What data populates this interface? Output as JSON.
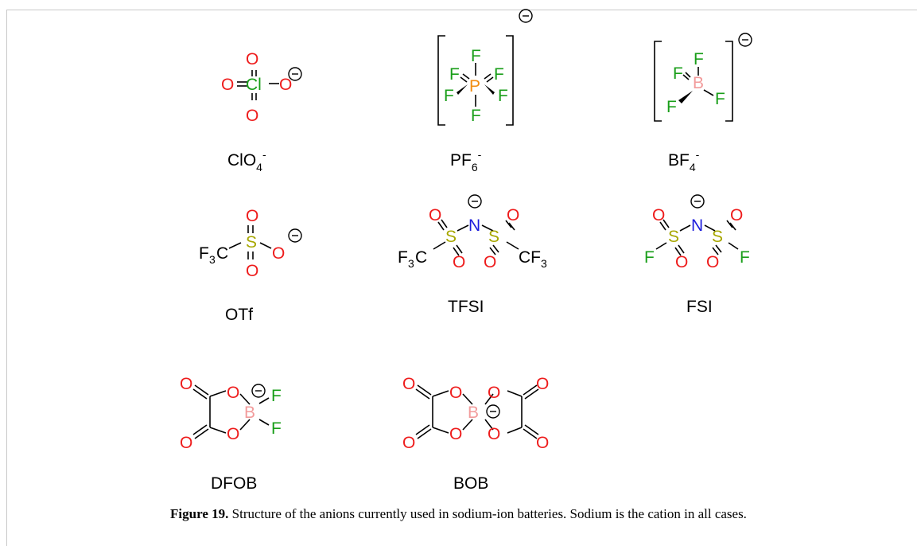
{
  "labels": {
    "clo4": "ClO",
    "clo4_sub": "4",
    "clo4_sup": "-",
    "pf6": "PF",
    "pf6_sub": "6",
    "pf6_sup": "-",
    "bf4": "BF",
    "bf4_sub": "4",
    "bf4_sup": "-",
    "otf": "OTf",
    "tfsi": "TFSI",
    "fsi": "FSI",
    "dfob": "DFOB",
    "bob": "BOB"
  },
  "caption": {
    "label": "Figure 19.",
    "text": " Structure of the anions currently used in sodium-ion batteries. Sodium is the cation in all cases."
  },
  "atoms": {
    "O": "O",
    "F": "F",
    "Cl": "Cl",
    "P": "P",
    "B": "B",
    "N": "N",
    "S": "S",
    "C": "C",
    "three": "3"
  },
  "colors": {
    "oxygen": "#ee1c1c",
    "fluorine": "#199e19",
    "phosphorus": "#f28c10",
    "boron": "#f29b9b",
    "nitrogen": "#1c1cdc",
    "sulfur": "#a7a700"
  }
}
